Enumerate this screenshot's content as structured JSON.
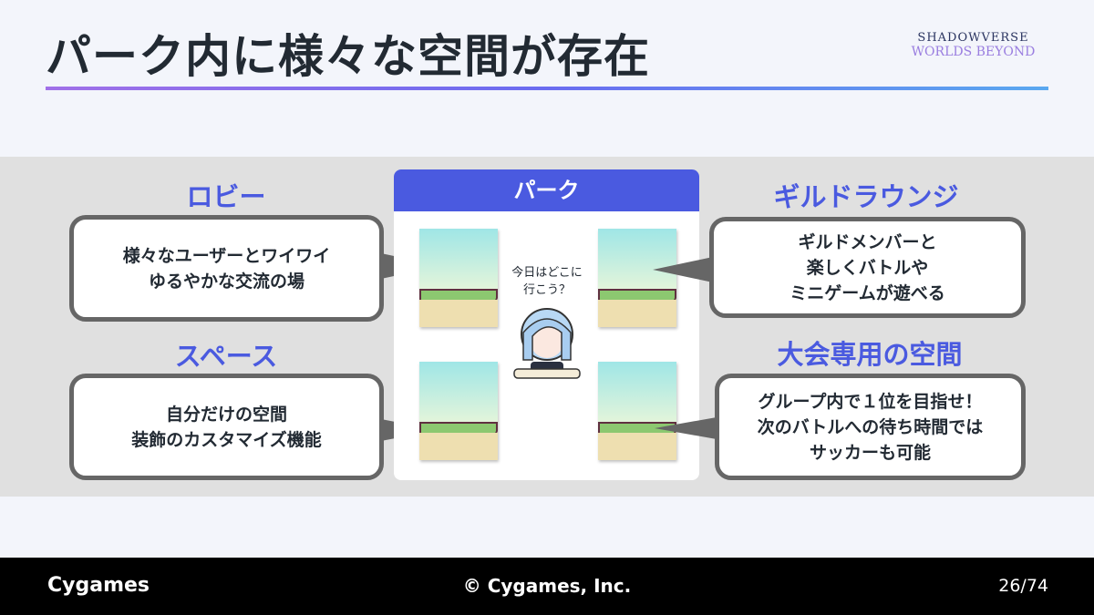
{
  "title": "パーク内に様々な空間が存在",
  "logo": {
    "line1": "SHADOWVERSE",
    "line2": "WORLDS BEYOND"
  },
  "park": {
    "header": "パーク",
    "speech": "今日はどこに\n行こう？"
  },
  "areas": [
    {
      "label": "ロビー",
      "text": "様々なユーザーとワイワイ\nゆるやかな交流の場"
    },
    {
      "label": "スペース",
      "text": "自分だけの空間\n装飾のカスタマイズ機能"
    },
    {
      "label": "ギルドラウンジ",
      "text": "ギルドメンバーと\n楽しくバトルや\nミニゲームが遊べる"
    },
    {
      "label": "大会専用の空間",
      "text": "グループ内で１位を目指せ！\n次のバトルへの待ち時間では\nサッカーも可能"
    }
  ],
  "footer": {
    "brand": "Cygames",
    "copyright": "© Cygames, Inc.",
    "page": "26/74"
  },
  "colors": {
    "accent": "#4a5ae0",
    "band": "#e0e0e0",
    "footer": "#000000"
  }
}
